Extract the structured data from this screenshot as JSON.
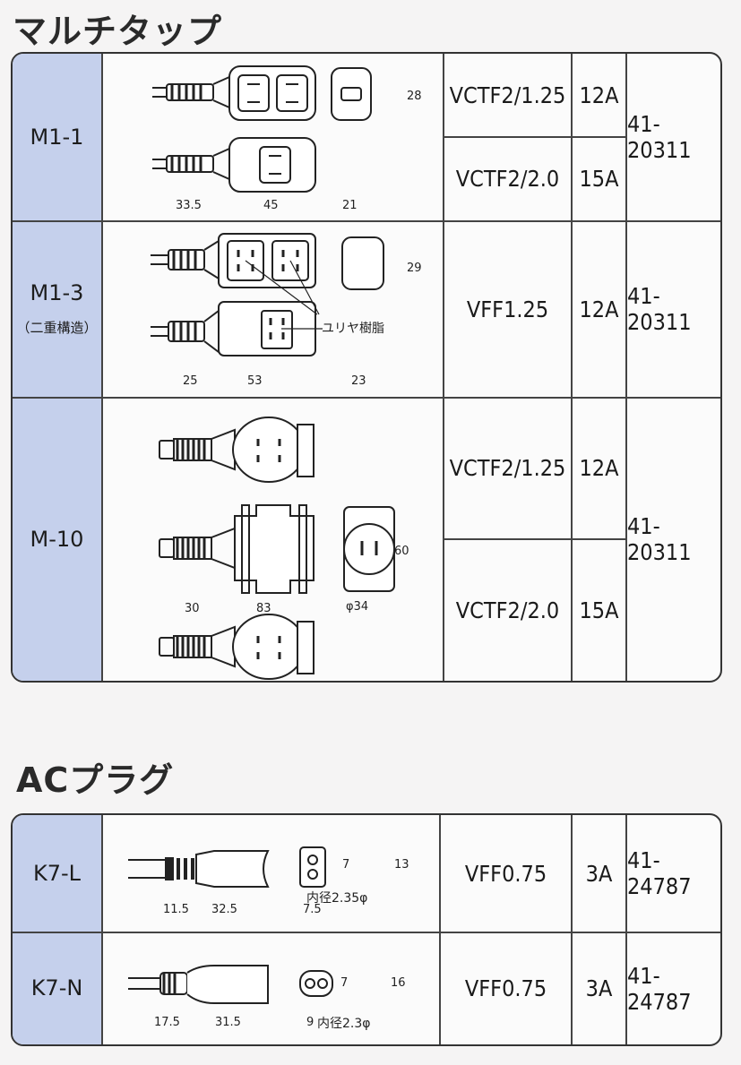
{
  "sections": {
    "multitap": {
      "title": "マルチタップ",
      "rows": [
        {
          "model": "M1-1",
          "sub": "",
          "specs": [
            {
              "cord": "VCTF2/1.25",
              "amp": "12A"
            },
            {
              "cord": "VCTF2/2.0",
              "amp": "15A"
            }
          ],
          "code": "41-20311",
          "dims": [
            "28",
            "33.5",
            "45",
            "21"
          ]
        },
        {
          "model": "M1-3",
          "sub": "（二重構造）",
          "specs": [
            {
              "cord": "VFF1.25",
              "amp": "12A"
            }
          ],
          "code": "41-20311",
          "dims": [
            "29",
            "25",
            "53",
            "23"
          ],
          "note": "ユリヤ樹脂"
        },
        {
          "model": "M-10",
          "sub": "",
          "specs": [
            {
              "cord": "VCTF2/1.25",
              "amp": "12A"
            },
            {
              "cord": "VCTF2/2.0",
              "amp": "15A"
            }
          ],
          "code": "41-20311",
          "dims": [
            "60",
            "30",
            "83",
            "φ34"
          ]
        }
      ]
    },
    "acplug": {
      "title": "ACプラグ",
      "rows": [
        {
          "model": "K7-L",
          "cord": "VFF0.75",
          "amp": "3A",
          "code": "41-24787",
          "dims": [
            "7",
            "13",
            "11.5",
            "32.5",
            "7.5"
          ],
          "inner": "内径2.35φ"
        },
        {
          "model": "K7-N",
          "cord": "VFF0.75",
          "amp": "3A",
          "code": "41-24787",
          "dims": [
            "7",
            "16",
            "17.5",
            "31.5",
            "9"
          ],
          "inner": "内径2.3φ"
        }
      ]
    }
  },
  "colors": {
    "model_bg": "#c5d0ec",
    "border": "#333333"
  }
}
